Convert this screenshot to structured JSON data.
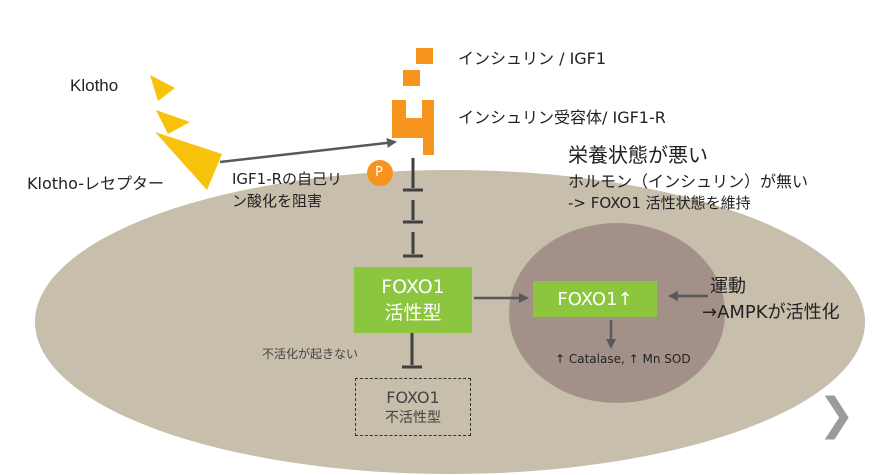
{
  "colors": {
    "cell": "#c7beab",
    "nucleus": "#a39189",
    "orange": "#f7941d",
    "klotho": "#f8c10c",
    "green": "#8cc63f",
    "arrow": "#595959",
    "inhibit": "#404040"
  },
  "labels": {
    "insulin": "インシュリン / IGF1",
    "receptor": "インシュリン受容体/ IGF1-R",
    "klotho": "Klotho",
    "klotho_receptor": "Klotho-レセプター",
    "inhibit_line1": "IGF1-Rの自己リ",
    "inhibit_line2": "ン酸化を阻害",
    "phospho": "P",
    "nutrition_line1": "栄養状態が悪い",
    "nutrition_line2": "ホルモン（インシュリン）が無い",
    "nutrition_line3": "-> FOXO1 活性状態を維持",
    "foxo_active_line1": "FOXO1",
    "foxo_active_line2": "活性型",
    "foxo_nucleus": "FOXO1↑",
    "exercise_line1": "運動",
    "exercise_line2": "→AMPKが活性化",
    "enzymes": "↑ Catalase, ↑ Mn SOD",
    "no_inactivation": "不活化が起きない",
    "foxo_inactive_line1": "FOXO1",
    "foxo_inactive_line2": "不活性型"
  },
  "icons": {
    "next": "chevron-right-icon"
  }
}
